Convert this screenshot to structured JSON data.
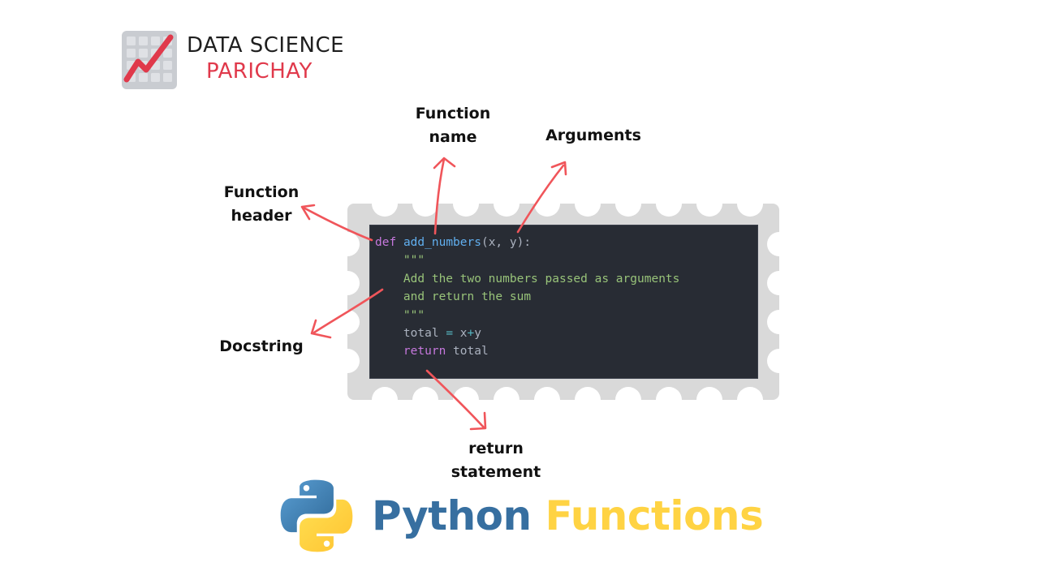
{
  "brand": {
    "line1": "DATA SCIENCE",
    "line2": "PARICHAY",
    "icon": "chart-grid-trend-icon",
    "colors": {
      "line1": "#1f1f1f",
      "line2": "#e0394b",
      "icon_bg": "#c9ccd1",
      "trend": "#e0394b"
    }
  },
  "labels": {
    "function_name": [
      "Function",
      "name"
    ],
    "arguments": "Arguments",
    "function_header": [
      "Function",
      "header"
    ],
    "docstring": "Docstring",
    "return_statement": [
      "return",
      "statement"
    ]
  },
  "code": {
    "lines": [
      [
        {
          "t": "def",
          "c": "kw"
        },
        {
          "t": " ",
          "c": "plain"
        },
        {
          "t": "add_numbers",
          "c": "fn"
        },
        {
          "t": "(x, y):",
          "c": "plain"
        }
      ],
      [
        {
          "t": "    \"\"\"",
          "c": "str"
        }
      ],
      [
        {
          "t": "    Add the two numbers passed as arguments",
          "c": "str"
        }
      ],
      [
        {
          "t": "    and return the sum",
          "c": "str"
        }
      ],
      [
        {
          "t": "    \"\"\"",
          "c": "str"
        }
      ],
      [
        {
          "t": "    total ",
          "c": "plain"
        },
        {
          "t": "=",
          "c": "op"
        },
        {
          "t": " x",
          "c": "plain"
        },
        {
          "t": "+",
          "c": "op"
        },
        {
          "t": "y",
          "c": "plain"
        }
      ],
      [
        {
          "t": "    ",
          "c": "plain"
        },
        {
          "t": "return",
          "c": "kw"
        },
        {
          "t": " total",
          "c": "plain"
        }
      ]
    ],
    "background": "#282c34"
  },
  "title": {
    "word1": "Python",
    "word2": "Functions",
    "colors": {
      "word1": "#376fa0",
      "word2": "#ffd343"
    },
    "icon": "python-logo-icon"
  },
  "arrow_color": "#f0555a",
  "stamp_color": "#d9d9d9"
}
